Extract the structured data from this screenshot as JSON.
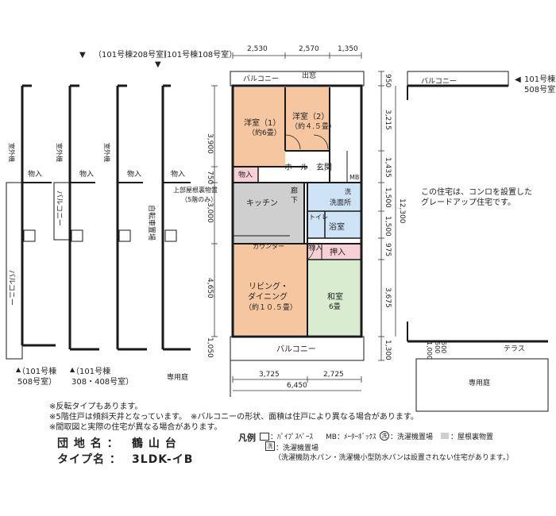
{
  "colors": {
    "western_room": "#f6c6a0",
    "japanese_room": "#d9ecd0",
    "storage": "#f7d0d6",
    "water": "#cfe3f6",
    "gray": "#cfcfcf",
    "wall": "#1a1a1a"
  },
  "top_labels": {
    "unit_208": "（101号棟208号室）",
    "unit_108": "（101号棟108号室）"
  },
  "dims_top": [
    "2,530",
    "2,570",
    "1,350"
  ],
  "dims_left": [
    "3,900",
    "750",
    "3,000",
    "4,650",
    "1,050"
  ],
  "dims_right": [
    "950",
    "3,215",
    "1,435",
    "1,500",
    "1,500",
    "975",
    "3,675",
    "1,300"
  ],
  "dim_right_total": "12,300",
  "dims_bottom": [
    "3,725",
    "2,725"
  ],
  "dim_bottom_total": "6,450",
  "rooms": {
    "balcony_top": "バルコニー",
    "window_exit": "出窓",
    "western1": "洋室（1）",
    "western1_size": "（約6畳）",
    "western2": "洋室（2）",
    "western2_size": "（約４.５畳）",
    "hall": "ホール",
    "entrance": "玄関",
    "mb": "MB",
    "storage": "物入",
    "attic": "上部屋根裏物置",
    "attic_note": "（5階のみ）",
    "kitchen": "キッチン",
    "corridor": "廊下",
    "washroom": "洗面所",
    "wash_symbol": "洗",
    "toilet": "トイレ",
    "bath": "浴室",
    "counter": "カウンター",
    "closet": "押入",
    "living": "リビング・",
    "living2": "ダイニング",
    "living_size": "（約１０.５畳）",
    "japanese": "和室",
    "japanese_size": "6畳",
    "balcony_bottom": "バルコニー",
    "garden": "専用庭",
    "terrace": "テラス",
    "garden_right": "専用庭",
    "dims_small": [
      "1,000",
      "500",
      "500"
    ]
  },
  "side": {
    "outdoor_unit": "室外機",
    "storage": "物入",
    "balcony_v": "バルコニー",
    "bicycle": "自転車置場",
    "unit_508": "（101号棟\n508号室）",
    "unit_308": "（101号棟\n308・408号室）",
    "unit_508_right": "101号棟\n508号室",
    "balcony_right": "バルコニー"
  },
  "note_right": "この住宅は、コンロを設置した\nグレードアップ住宅です。",
  "notes": [
    "※反転タイプもあります。",
    "※5階住戸は傾斜天井となっています。　※バルコニーの形状、面積は住戸により異なる場合があります。",
    "※間取図と実際の住宅が異なる場合があります。"
  ],
  "complex_label": "団 地 名 ：",
  "complex_name": "鶴 山 台",
  "type_label": "タイプ名 ：",
  "type_name": "3LDK-イB",
  "legend": {
    "title": "凡例",
    "pipe": "：ﾊﾟｲﾌﾟｽﾍﾟｰｽ",
    "mb": "MB：ﾒｰﾀｰﾎﾞｯｸｽ",
    "washer_sym": "洗",
    "washer": "：洗濯機置場",
    "attic": "：屋根裏物置",
    "washer2": "：洗濯機置場",
    "washer_note": "（洗濯機防水パン・洗濯機小型防水パンは設置されない住宅があります。）"
  }
}
